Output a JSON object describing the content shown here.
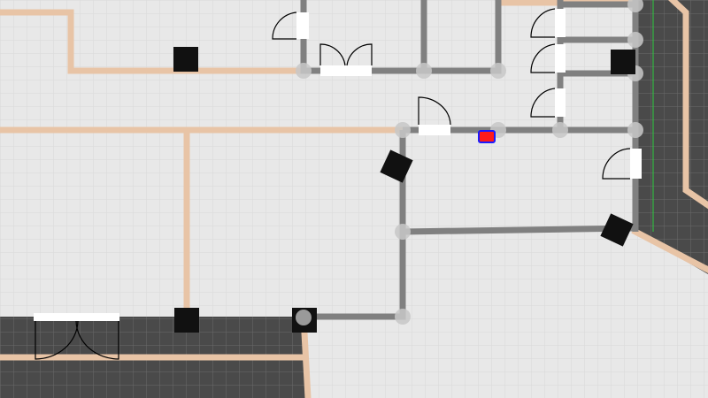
{
  "editor": {
    "view": "floor-plan-2d"
  },
  "colors": {
    "canvas_background": "#e8e8e8",
    "grid_minor": "#d9d9d9",
    "grid_major": "#cfcfcf",
    "dark_floor": "#4a4a4a",
    "dark_floor_grid": "#6a6a6a",
    "wall_interior": "#808080",
    "wall_exterior": "#e8c4a6",
    "wall_node": "#c8c8c8",
    "column": "#111111",
    "door_opening": "#ffffff",
    "door_swing": "#000000",
    "selected_marker_fill": "#ff1a1a",
    "selected_marker_outline": "#1a1aff",
    "guide_line": "#2ecc40"
  },
  "objects": {
    "columns_count": 6,
    "doors_count": 8,
    "selected_objects_count": 1
  }
}
